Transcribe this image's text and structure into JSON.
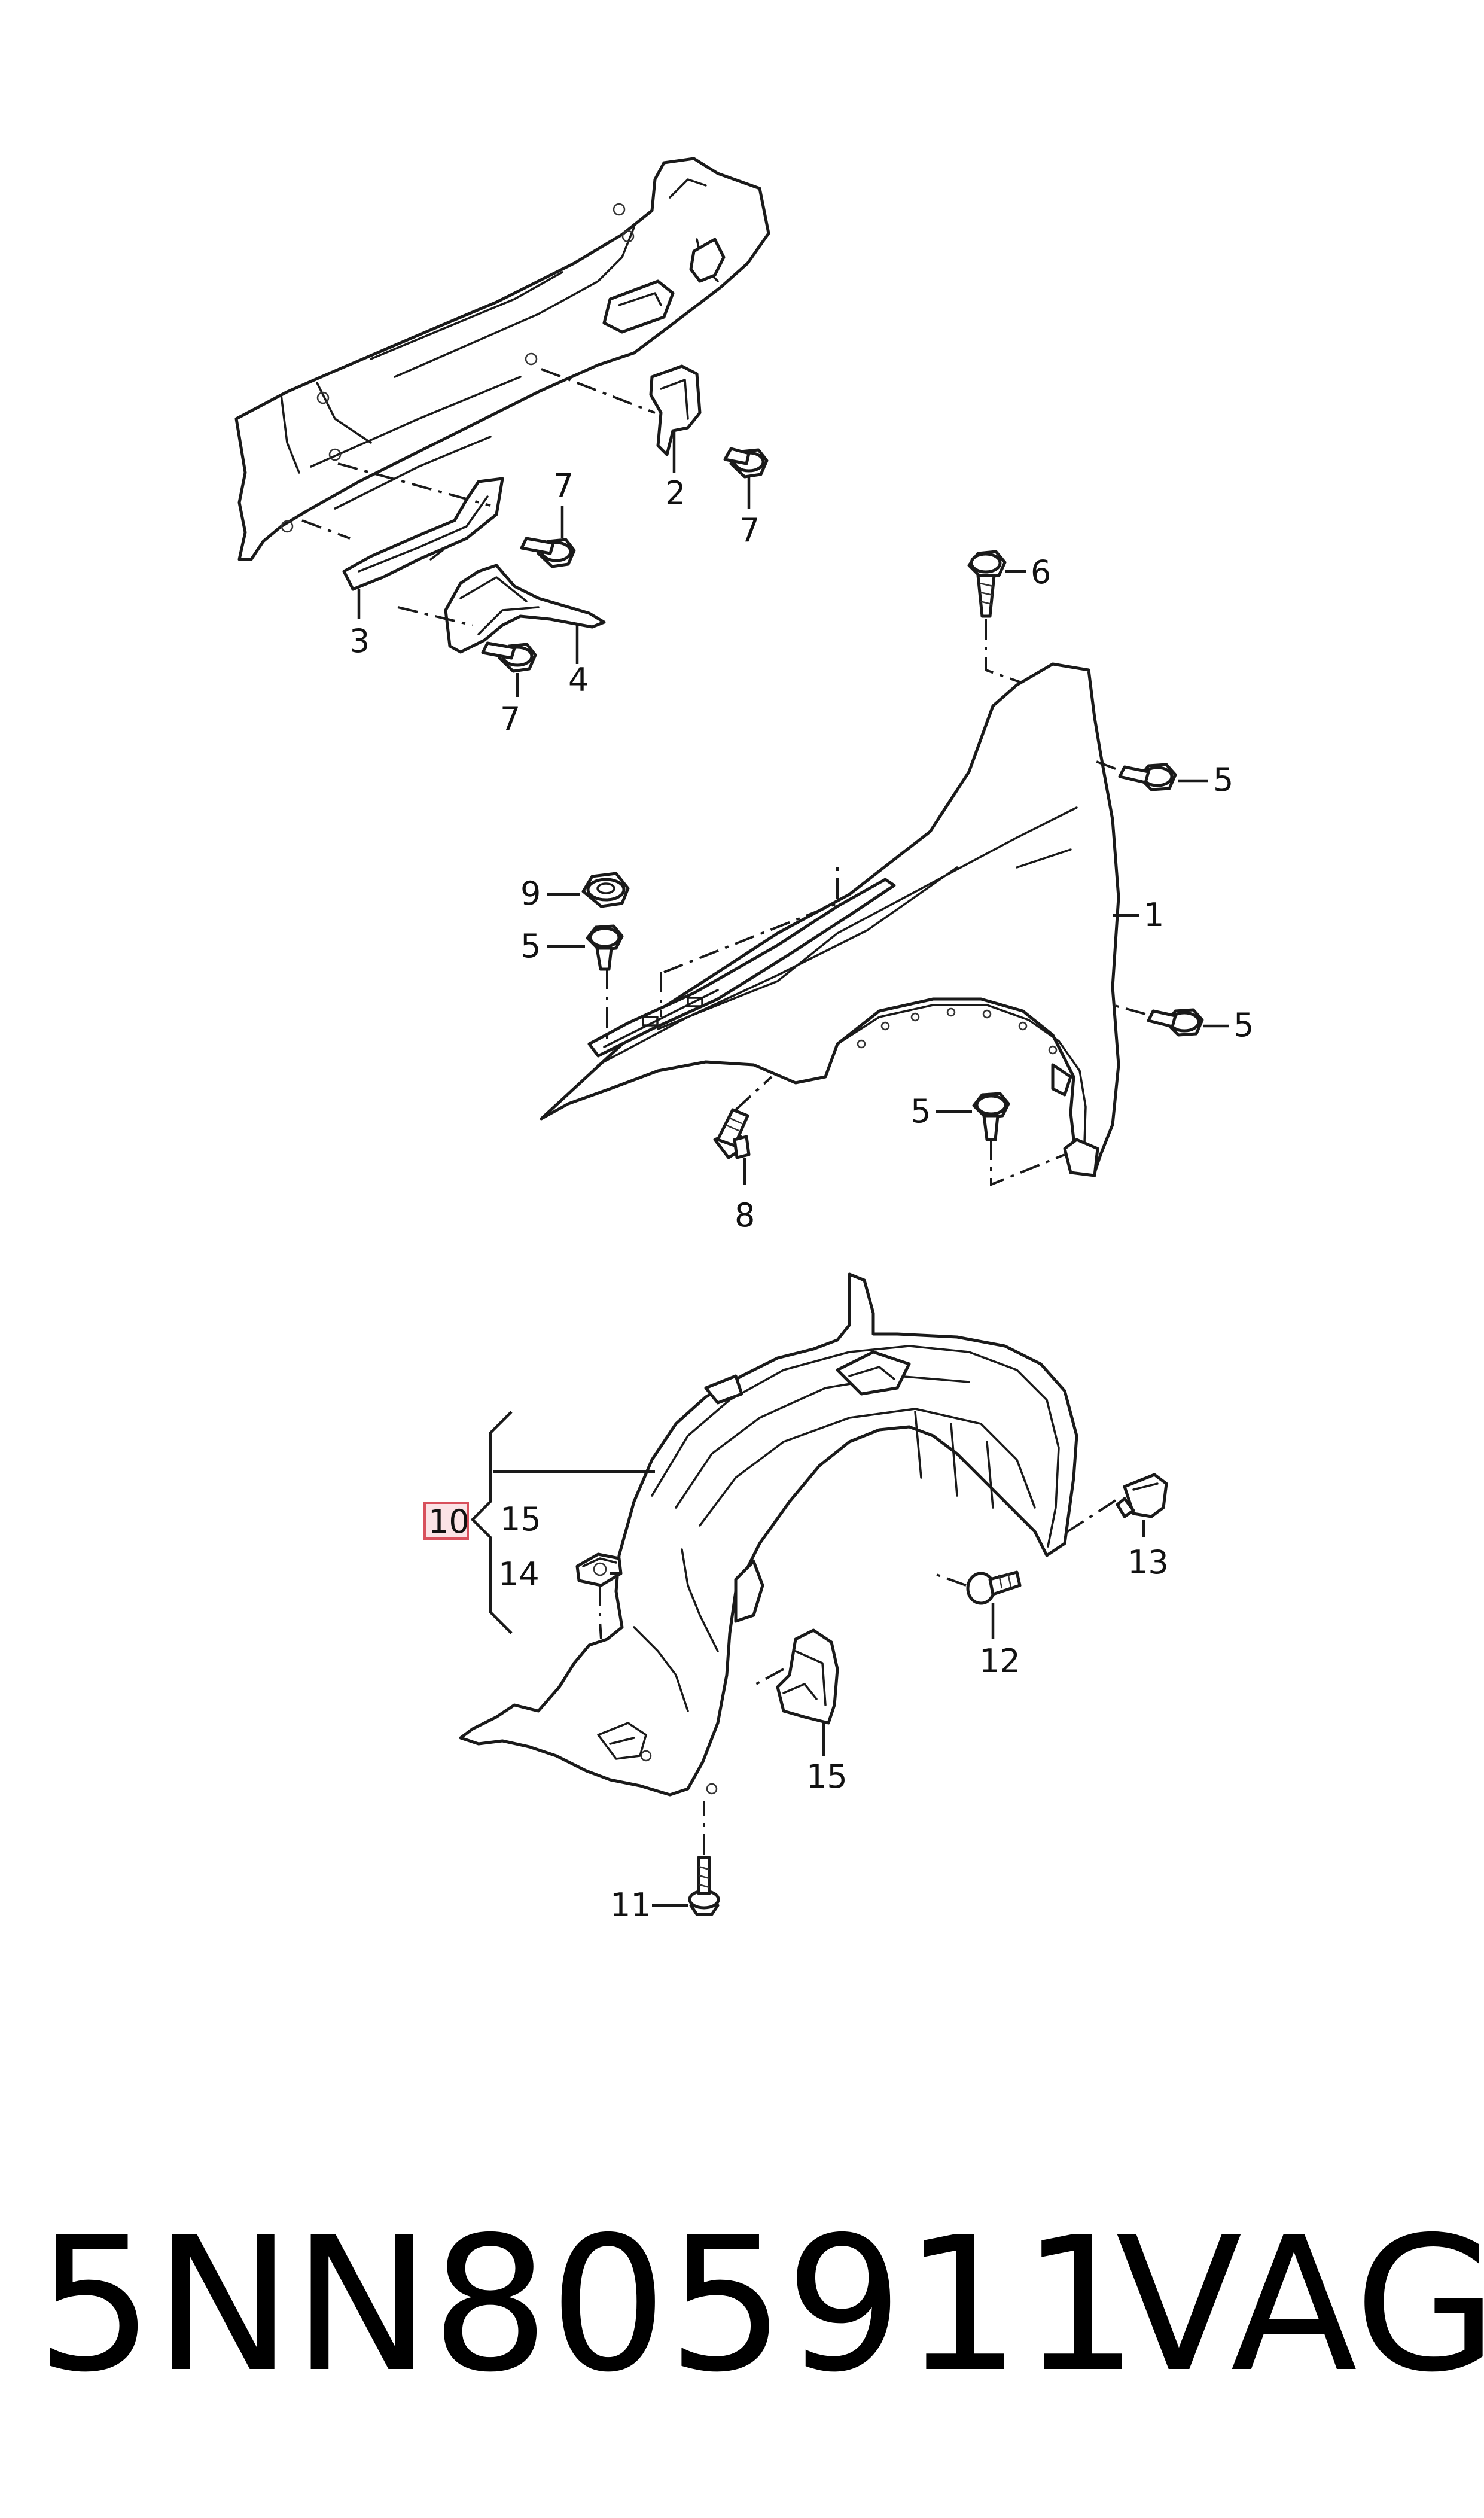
{
  "callouts": {
    "c1": "1",
    "c2": "2",
    "c3": "3",
    "c4": "4",
    "c5a": "5",
    "c5b": "5",
    "c5c": "5",
    "c5d": "5",
    "c6": "6",
    "c7a": "7",
    "c7b": "7",
    "c7c": "7",
    "c8": "8",
    "c9": "9",
    "c10": "10",
    "c11": "11",
    "c12": "12",
    "c13": "13",
    "c14": "14",
    "c15a": "15",
    "c15b": "15"
  },
  "colors": {
    "highlight_fill": "#fbe3e6",
    "highlight_stroke": "#d8505c"
  },
  "footer": {
    "part_number": "5NN805911",
    "brand": "VAG"
  }
}
